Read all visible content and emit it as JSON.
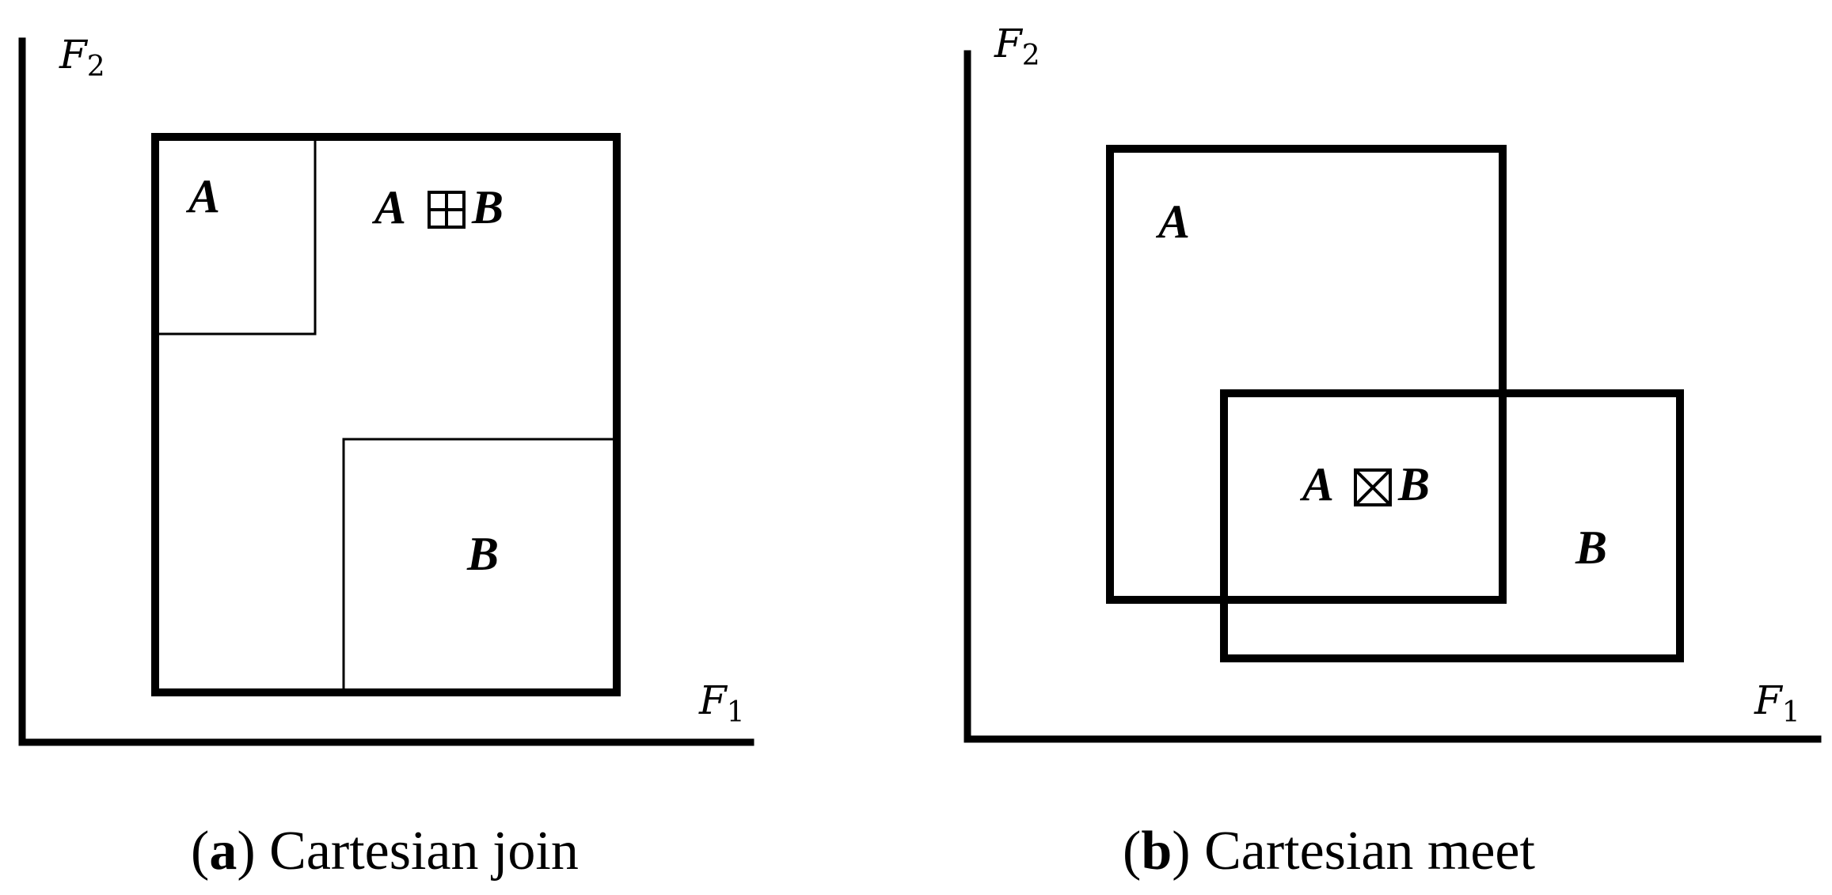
{
  "panels": [
    {
      "id": "a",
      "axis_x": {
        "letter": "F",
        "subscript": "1"
      },
      "axis_y": {
        "letter": "F",
        "subscript": "2"
      },
      "set_a": "A",
      "set_b": "B",
      "op_left": "A",
      "op_right": "B",
      "operator": "join-operator",
      "caption_letter": "a",
      "caption_text": "Cartesian join"
    },
    {
      "id": "b",
      "axis_x": {
        "letter": "F",
        "subscript": "1"
      },
      "axis_y": {
        "letter": "F",
        "subscript": "2"
      },
      "set_a": "A",
      "set_b": "B",
      "op_left": "A",
      "op_right": "B",
      "operator": "meet-operator",
      "caption_letter": "b",
      "caption_text": "Cartesian meet"
    }
  ]
}
